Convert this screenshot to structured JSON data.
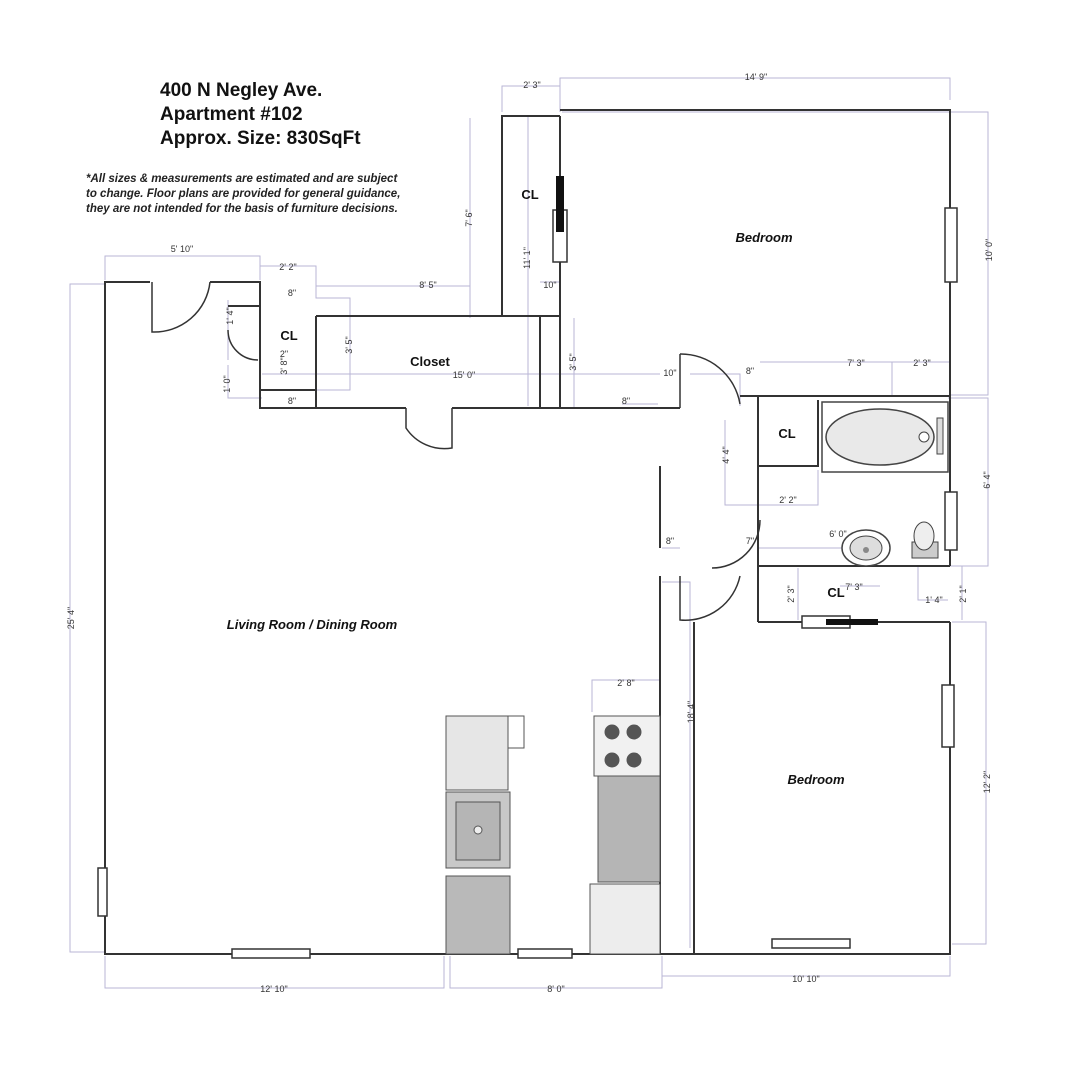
{
  "header": {
    "address": "400 N Negley Ave.",
    "apartment": "Apartment #102",
    "size": "Approx. Size: 830SqFt"
  },
  "disclaimer": {
    "line1": "*All sizes & measurements are estimated and are subject",
    "line2": "to change. Floor plans are provided for general guidance,",
    "line3": "they are not intended for the basis of furniture decisions."
  },
  "rooms": {
    "bedroom_top": "Bedroom",
    "bedroom_bottom": "Bedroom",
    "living": "Living Room / Dining Room",
    "closet": "Closet",
    "cl_top": "CL",
    "cl_entry": "CL",
    "cl_bath": "CL",
    "cl_hall": "CL"
  },
  "dimensions": {
    "top_2_3": "2' 3\"",
    "top_14_9": "14' 9\"",
    "left_5_10": "5' 10\"",
    "d_2_2_top": "2' 2\"",
    "d_8_5": "8' 5\"",
    "d_10_top": "10\"",
    "d_7_6": "7' 6\"",
    "d_11_1": "11' 1\"",
    "d_10_0": "10' 0\"",
    "d_8_a": "8\"",
    "d_1_4": "1' 4\"",
    "d_3_5_a": "3' 5\"",
    "d_3_8": "3' 8\"",
    "d_2_2_mid": "2\"",
    "d_1_0": "1' 0\"",
    "d_15_0": "15' 0\"",
    "d_3_5_b": "3' 5\"",
    "d_10_mid": "10\"",
    "d_8_b": "8\"",
    "d_8_c": "8\"",
    "d_8_hall": "8\"",
    "d_7_3_top": "7' 3\"",
    "d_2_3_bath": "2' 3\"",
    "d_4_4": "4' 4\"",
    "d_2_2_bath": "2' 2\"",
    "d_6_4": "6' 4\"",
    "d_8_left": "8\"",
    "d_7_bath": "7\"",
    "d_6_0": "6' 0\"",
    "d_2_3_cl": "2' 3\"",
    "d_7_3_cl": "7' 3\"",
    "d_1_4_cl": "1' 4\"",
    "d_2_r": "2' 1\"",
    "d_25_4": "25' 4\"",
    "d_2_8": "2' 8\"",
    "d_18_4": "18' 4\"",
    "d_12_2": "12' 2\"",
    "d_12_10": "12' 10\"",
    "d_8_0": "8' 0\"",
    "d_10_10": "10' 10\""
  }
}
